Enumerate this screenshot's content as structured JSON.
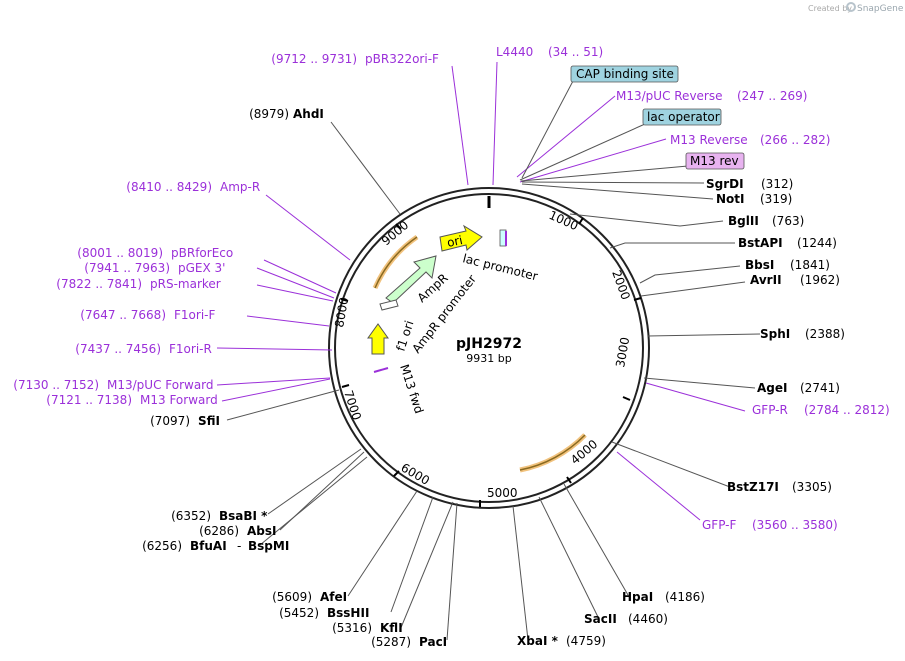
{
  "header": {
    "created_by": "Created by",
    "app": "SnapGene"
  },
  "plasmid": {
    "name": "pJH2972",
    "length": "9931 bp"
  },
  "ticks": [
    "1000",
    "2000",
    "3000",
    "4000",
    "5000",
    "6000",
    "7000",
    "8000",
    "9000"
  ],
  "features": {
    "ori": "ori",
    "lac_promoter": "lac promoter",
    "ampr": "AmpR",
    "ampr_promoter": "AmpR promoter",
    "f1_ori": "f1 ori",
    "m13_fwd": "M13 fwd"
  },
  "boxed": {
    "cap": "CAP binding site",
    "lac_operator": "lac operator",
    "m13_rev": "M13 rev"
  },
  "primers": {
    "pbr322": {
      "pos": "(9712 .. 9731)",
      "name": "pBR322ori-F"
    },
    "l4440": {
      "name": "L4440",
      "pos": "(34 .. 51)"
    },
    "m13puc_rev": {
      "name": "M13/pUC Reverse",
      "pos": "(247 .. 269)"
    },
    "m13_reverse": {
      "name": "M13 Reverse",
      "pos": "(266 .. 282)"
    },
    "ampr": {
      "pos": "(8410 .. 8429)",
      "name": "Amp-R"
    },
    "pbrfor": {
      "pos": "(8001 .. 8019)",
      "name": "pBRforEco"
    },
    "pgex": {
      "pos": "(7941 .. 7963)",
      "name": "pGEX 3'"
    },
    "prs": {
      "pos": "(7822 .. 7841)",
      "name": "pRS-marker"
    },
    "f1f": {
      "pos": "(7647 .. 7668)",
      "name": "F1ori-F"
    },
    "f1r": {
      "pos": "(7437 .. 7456)",
      "name": "F1ori-R"
    },
    "m13puc_fwd": {
      "pos": "(7130 .. 7152)",
      "name": "M13/pUC Forward"
    },
    "m13_forward": {
      "pos": "(7121 .. 7138)",
      "name": "M13 Forward"
    },
    "gfpr": {
      "name": "GFP-R",
      "pos": "(2784 .. 2812)"
    },
    "gfpf": {
      "name": "GFP-F",
      "pos": "(3560 .. 3580)"
    }
  },
  "enzymes": {
    "ahdi": {
      "pos": "(8979)",
      "name": "AhdI"
    },
    "sgrdi": {
      "name": "SgrDI",
      "pos": "(312)"
    },
    "noti": {
      "name": "NotI",
      "pos": "(319)"
    },
    "bglii": {
      "name": "BglII",
      "pos": "(763)"
    },
    "bstapi": {
      "name": "BstAPI",
      "pos": "(1244)"
    },
    "bbsi": {
      "name": "BbsI",
      "pos": "(1841)"
    },
    "avrii": {
      "name": "AvrII",
      "pos": "(1962)"
    },
    "sphi": {
      "name": "SphI",
      "pos": "(2388)"
    },
    "agei": {
      "name": "AgeI",
      "pos": "(2741)"
    },
    "bstz17i": {
      "name": "BstZ17I",
      "pos": "(3305)"
    },
    "hpai": {
      "name": "HpaI",
      "pos": "(4186)"
    },
    "sacii": {
      "name": "SacII",
      "pos": "(4460)"
    },
    "xbai": {
      "name": "XbaI *",
      "pos": "(4759)"
    },
    "paci": {
      "pos": "(5287)",
      "name": "PacI"
    },
    "kfli": {
      "pos": "(5316)",
      "name": "KflI"
    },
    "bsshii": {
      "pos": "(5452)",
      "name": "BssHII"
    },
    "afei": {
      "pos": "(5609)",
      "name": "AfeI"
    },
    "bfuai": {
      "pos": "(6256)",
      "name": "BfuAI",
      "alt": "BspMI",
      "sep": "-"
    },
    "absi": {
      "pos": "(6286)",
      "name": "AbsI"
    },
    "bsabi": {
      "pos": "(6352)",
      "name": "BsaBI *"
    },
    "sfii": {
      "pos": "(7097)",
      "name": "SfiI"
    }
  }
}
